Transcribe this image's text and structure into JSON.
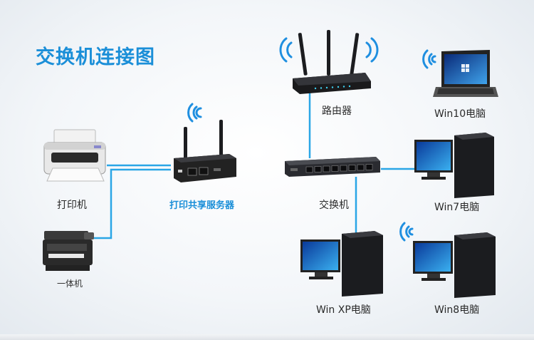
{
  "diagram": {
    "title": "交换机连接图",
    "nodes": {
      "printer": {
        "label": "打印机"
      },
      "mfp": {
        "label": "一体机"
      },
      "print_server": {
        "label": "打印共享服务器"
      },
      "router": {
        "label": "路由器"
      },
      "switch": {
        "label": "交换机"
      },
      "win10": {
        "label": "Win10电脑"
      },
      "win7": {
        "label": "Win7电脑"
      },
      "winxp": {
        "label": "Win XP电脑"
      },
      "win8": {
        "label": "Win8电脑"
      }
    },
    "connections": [
      {
        "from": "printer",
        "to": "print_server"
      },
      {
        "from": "mfp",
        "to": "print_server"
      },
      {
        "from": "router",
        "to": "switch"
      },
      {
        "from": "switch",
        "to": "win7"
      },
      {
        "from": "switch",
        "to": "winxp"
      }
    ],
    "colors": {
      "title": "#1b8fd8",
      "wire": "#2aa6e6",
      "wifi": "#1f8fe0",
      "device_dark": "#1c1d20"
    },
    "icons": [
      "wifi-icon",
      "printer-icon",
      "mfp-icon",
      "print-server-icon",
      "router-icon",
      "switch-icon",
      "laptop-icon",
      "desktop-pc-icon"
    ]
  }
}
